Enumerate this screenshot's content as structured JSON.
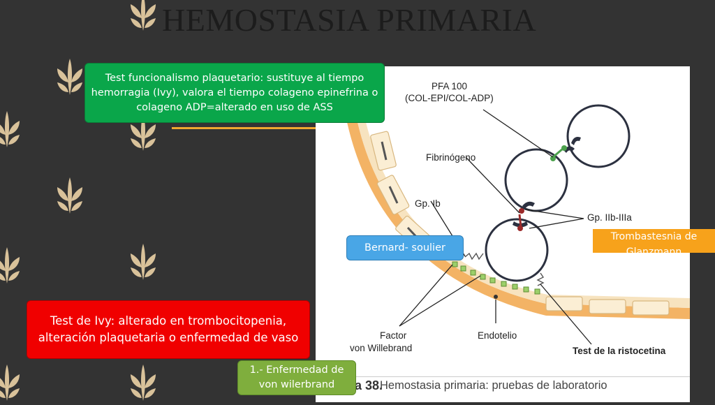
{
  "slide": {
    "title": "HEMOSTASIA PRIMARIA"
  },
  "figure": {
    "labels": {
      "pfa": "PFA 100",
      "pfa_sub": "(COL-EPI/COL-ADP)",
      "fibrinogeno": "Fibrinógeno",
      "gpib": "Gp. Ib",
      "gpiib": "Gp. IIb-IIIa",
      "factor1": "Factor",
      "factor2": "von Willebrand",
      "endotelio": "Endotelio",
      "ristocetina": "Test de la ristocetina"
    },
    "caption_num": "a 38.",
    "caption_text": "Hemostasia primaria: pruebas de laboratorio"
  },
  "callouts": {
    "funcionalismo": "Test funcionalismo plaquetario: sustituye al tiempo hemorragia (Ivy),  valora el tiempo colageno epinefrina o colageno ADP=alterado en uso de ASS",
    "bernard": "Bernard- soulier",
    "glanzmann": "Trombastesnia de Glanzmann",
    "ivy": "Test de Ivy: alterado en trombocitopenia, alteración plaquetaria o enfermedad de vaso",
    "vonwillebrand": "1.- Enfermedad de von wilerbrand"
  },
  "colors": {
    "background": "#333333",
    "green": "#0aa64a",
    "red": "#f00000",
    "blue": "#49a6e6",
    "orange": "#f7a21b",
    "olive": "#7fae3d",
    "leaf": "#d9c29a"
  }
}
